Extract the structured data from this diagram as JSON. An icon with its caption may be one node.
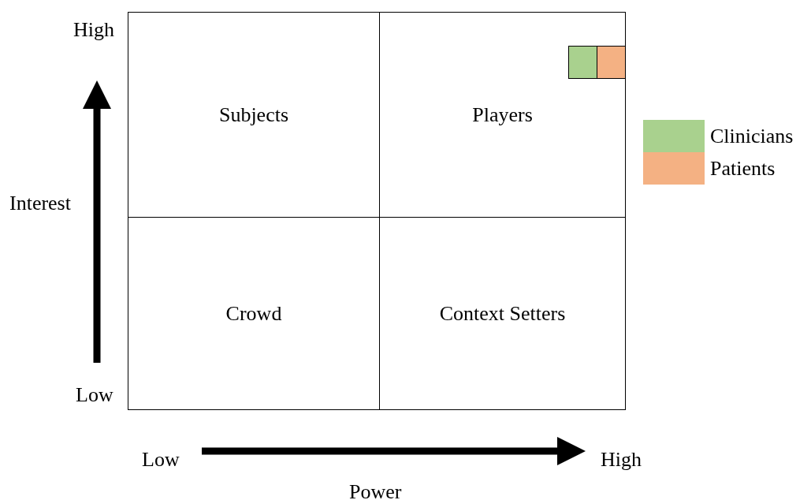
{
  "diagram": {
    "nodes": [
      {
        "text": [
          "Subjects"
        ]
      },
      {
        "text": [
          "Players"
        ]
      },
      {
        "text": [],
        "shape": "box",
        "in": 1
      },
      {
        "text": [],
        "shape": "box",
        "in": 1
      },
      {
        "text": [
          "Crowd"
        ]
      },
      {
        "text": [
          "Context Setters"
        ]
      }
    ],
    "edges": [],
    "labels": [
      "High",
      "Interest",
      "Low",
      "Low",
      "High",
      "Power"
    ],
    "legend": [
      {
        "text": "Clinicians",
        "color": "#a9d18e"
      },
      {
        "text": "Patients",
        "color": "#f4b183"
      }
    ]
  }
}
